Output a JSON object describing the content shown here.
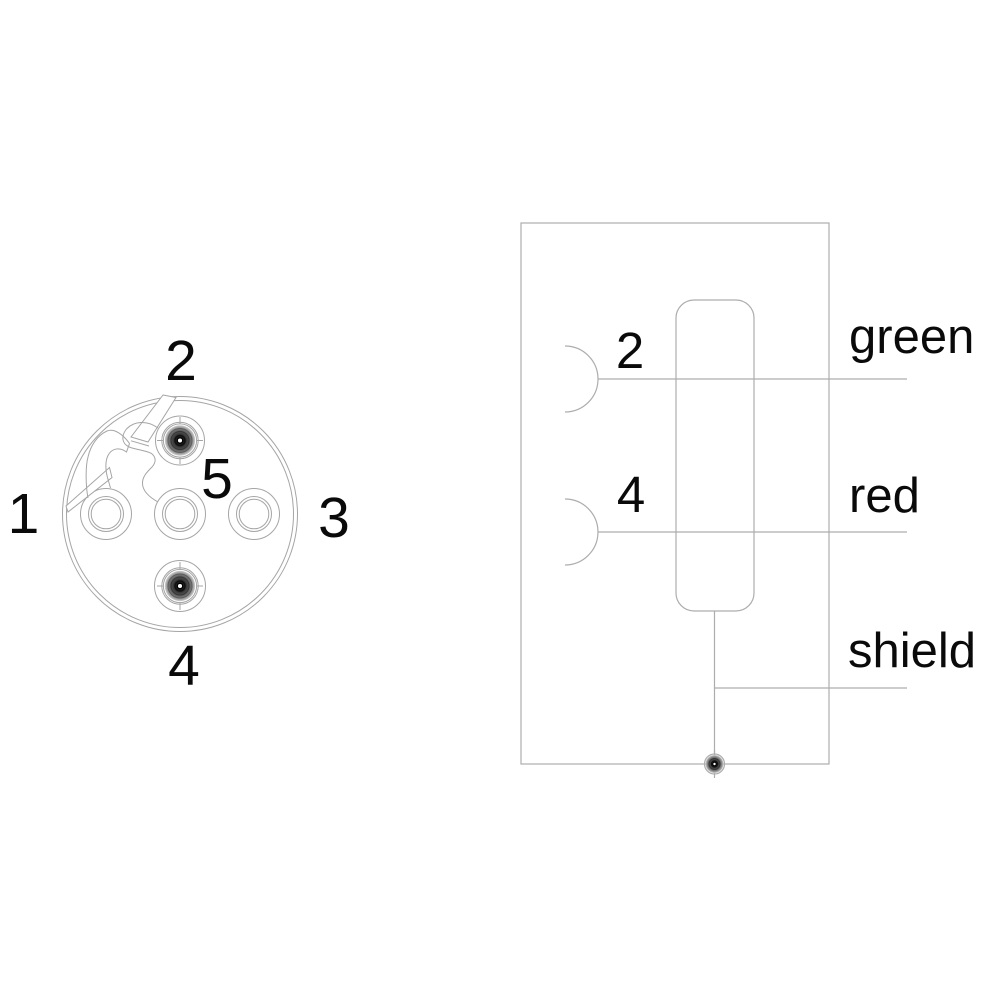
{
  "connector_face_view": {
    "pin_labels": {
      "pin1": "1",
      "pin2": "2",
      "pin3": "3",
      "pin4": "4",
      "pin5": "5"
    }
  },
  "wiring_diagram": {
    "rows": [
      {
        "pin": "2",
        "wire": "green"
      },
      {
        "pin": "4",
        "wire": "red"
      },
      {
        "pin": "",
        "wire": "shield"
      }
    ]
  },
  "colors": {
    "drawing_line": "#a5a5a5",
    "text": "#0a0a0a",
    "contact_dark": "#1a1a1a",
    "background": "#ffffff"
  }
}
